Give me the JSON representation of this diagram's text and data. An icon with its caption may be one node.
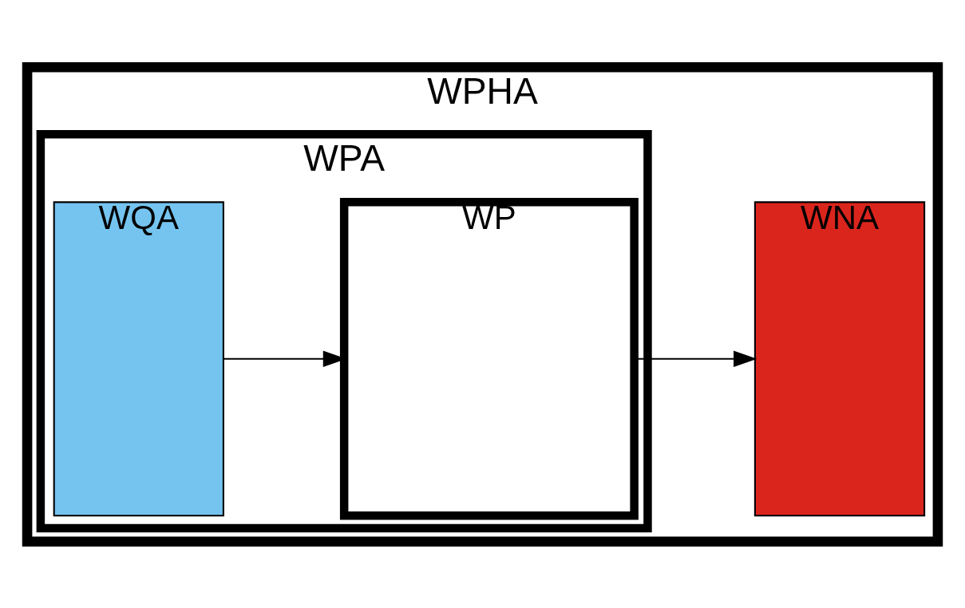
{
  "diagram": {
    "nodes": [
      {
        "text": [
          "WPHA"
        ]
      },
      {
        "text": [
          "WPA"
        ],
        "in": 0
      },
      {
        "text": [
          "WQA"
        ],
        "in": 1
      },
      {
        "text": [
          "WP"
        ],
        "in": 1
      },
      {
        "text": [
          "WNA"
        ],
        "in": 0
      }
    ],
    "edges": [
      {
        "from": 2,
        "to": 3,
        "arrow": "to"
      },
      {
        "from": 3,
        "to": 4,
        "arrow": "to"
      }
    ]
  }
}
